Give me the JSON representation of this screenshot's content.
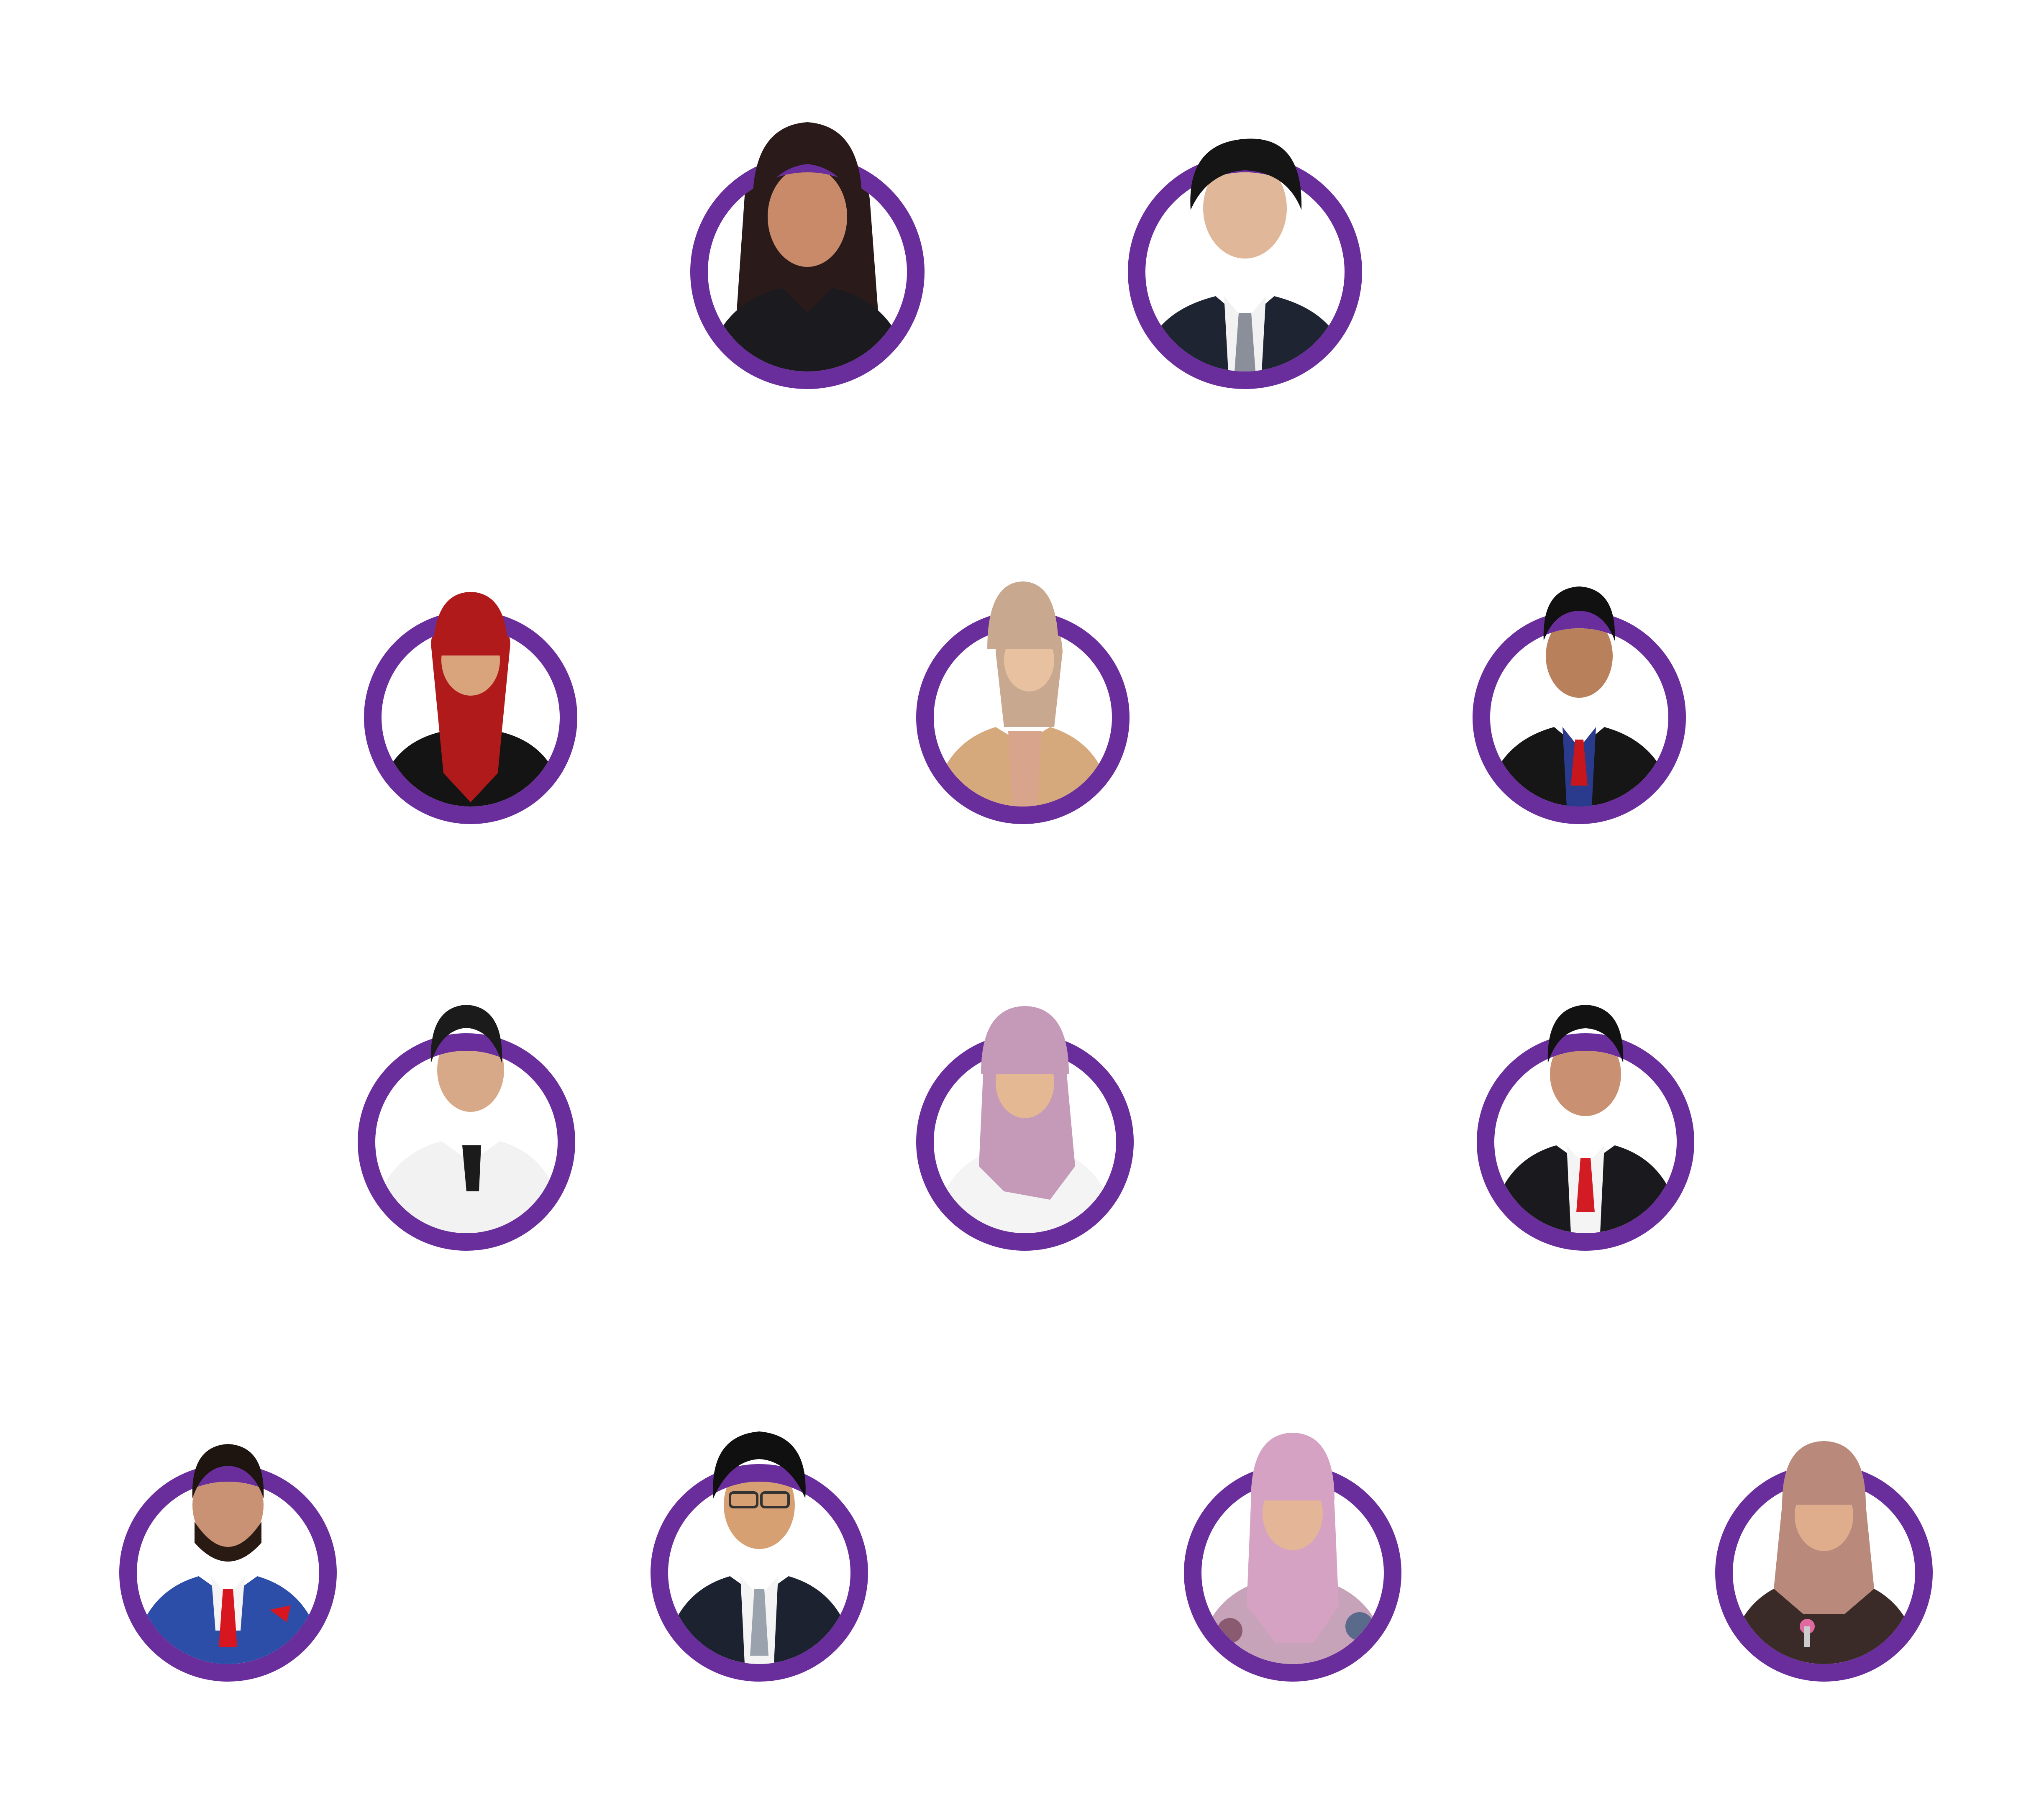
{
  "ring_color": "#6a2d9c",
  "background": "#ffffff",
  "portraits": [
    {
      "row": 1,
      "index": 1,
      "figure": "woman-dark-hair",
      "outfit": "#1a1a1f",
      "skin": "#c98a6a",
      "hair": "#2a1a1a",
      "headwear": ""
    },
    {
      "row": 1,
      "index": 2,
      "figure": "man-suit-tie",
      "outfit": "#1f2433",
      "skin": "#e0b899",
      "hair": "#151515",
      "headwear": "",
      "tie": "#8a8f99"
    },
    {
      "row": 2,
      "index": 1,
      "figure": "woman-hijab",
      "outfit": "#141414",
      "skin": "#d9a47c",
      "headwear": "#b01a1a"
    },
    {
      "row": 2,
      "index": 2,
      "figure": "woman-hijab",
      "outfit": "#d6a97c",
      "skin": "#e8c2a0",
      "headwear": "#c9a890"
    },
    {
      "row": 2,
      "index": 3,
      "figure": "man-suit-tie",
      "outfit": "#161616",
      "skin": "#b9805c",
      "hair": "#111111",
      "tie": "#c8161d"
    },
    {
      "row": 3,
      "index": 1,
      "figure": "man-lab-coat",
      "outfit": "#f2f2f2",
      "skin": "#d8a988",
      "hair": "#1b1b1b"
    },
    {
      "row": 3,
      "index": 2,
      "figure": "woman-hijab",
      "outfit": "#f4f4f4",
      "skin": "#e5b894",
      "headwear": "#c49ab8"
    },
    {
      "row": 3,
      "index": 3,
      "figure": "man-suit-tie",
      "outfit": "#1a1a1e",
      "skin": "#c99072",
      "hair": "#121212",
      "tie": "#d21b22"
    },
    {
      "row": 4,
      "index": 1,
      "figure": "man-suit-tie",
      "outfit": "#2c4ea8",
      "skin": "#c99274",
      "hair": "#1e1410",
      "tie": "#d8161f"
    },
    {
      "row": 4,
      "index": 2,
      "figure": "man-suit-tie",
      "outfit": "#1c2230",
      "skin": "#d6a072",
      "hair": "#101010",
      "tie": "#9aa3ad"
    },
    {
      "row": 4,
      "index": 3,
      "figure": "woman-hijab",
      "outfit": "#c7a3b9",
      "skin": "#e4b596",
      "headwear": "#d5a2c3"
    },
    {
      "row": 4,
      "index": 4,
      "figure": "woman-hijab",
      "outfit": "#3a2a28",
      "skin": "#e0ad8c",
      "headwear": "#b98a7c"
    }
  ]
}
